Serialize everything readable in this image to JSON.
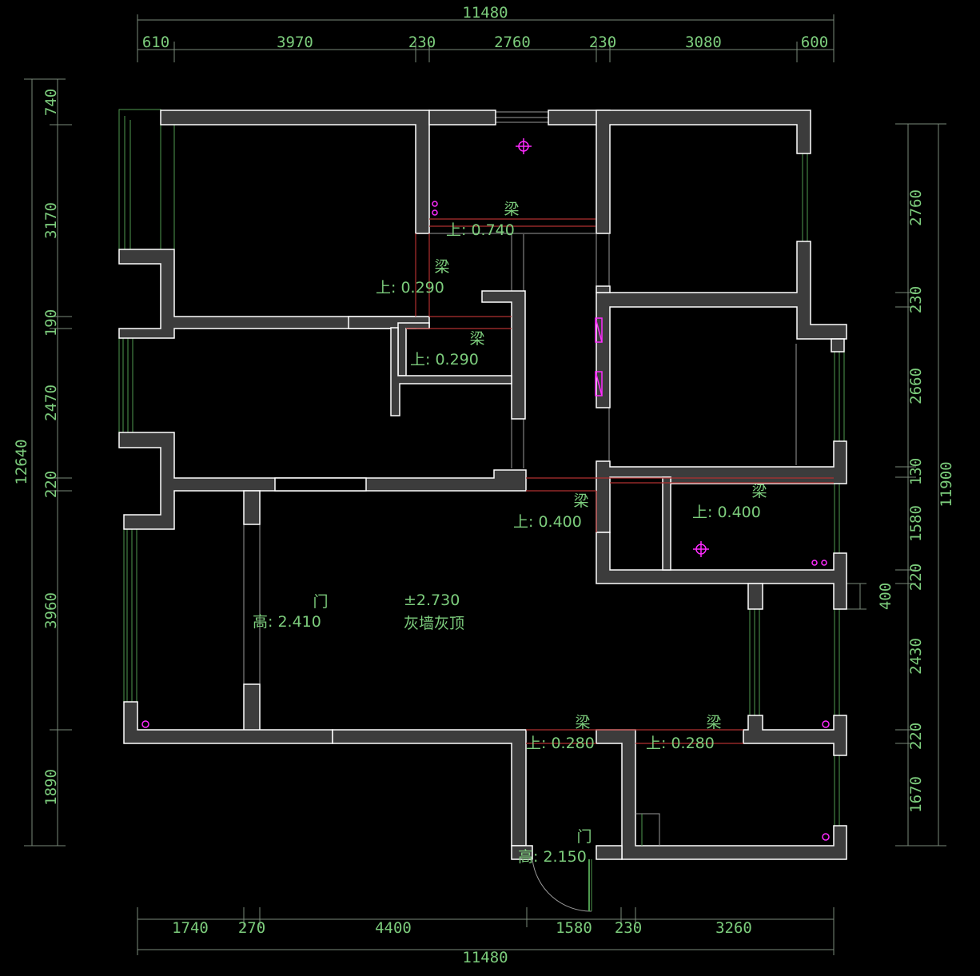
{
  "dims": {
    "top_total": "11480",
    "top_segments": [
      "610",
      "3970",
      "230",
      "2760",
      "230",
      "3080",
      "600"
    ],
    "bottom_total": "11480",
    "bottom_segments": [
      "1740",
      "270",
      "4400",
      "1580",
      "230",
      "3260"
    ],
    "left_total": "12640",
    "left_segments": [
      "740",
      "3170",
      "190",
      "2470",
      "220",
      "3960",
      "1890"
    ],
    "right_total": "11900",
    "right_segments": [
      "2760",
      "230",
      "2660",
      "130",
      "1580",
      "220",
      "2430",
      "220",
      "1670"
    ],
    "right_extra": "400"
  },
  "annotations": {
    "beam": "梁",
    "beam_top_1": "上: 0.740",
    "beam_left_1": "上: 0.290",
    "beam_left_2": "上: 0.290",
    "beam_mid": "上: 0.400",
    "beam_right": "上: 0.400",
    "beam_bottom_1": "上: 0.280",
    "beam_bottom_2": "上: 0.280",
    "door": "门",
    "door_height_1": "高: 2.410",
    "door_height_2": "高: 2.150",
    "ceiling_level": "±2.730",
    "ceiling_note": "灰墙灰顶"
  },
  "colors": {
    "background": "#000000",
    "wall_fill": "#3c3c3c",
    "wall_line": "#ffffff",
    "text": "#7ccc7c",
    "beam_line": "#b03030",
    "fixture": "#ff2bff"
  }
}
